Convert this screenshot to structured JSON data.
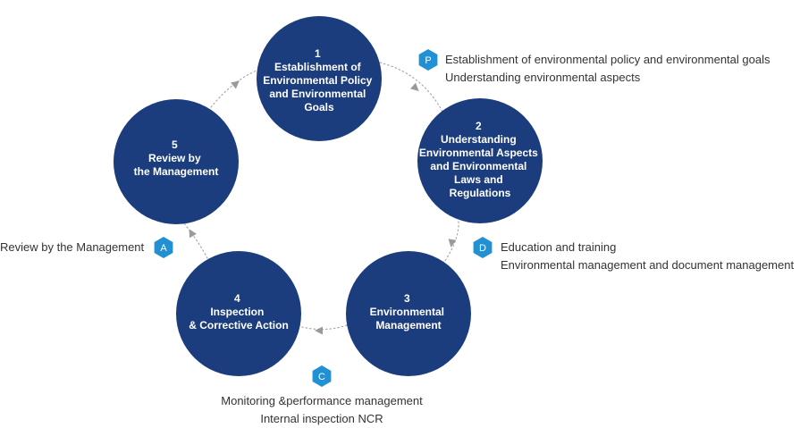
{
  "colors": {
    "node_fill": "#1b3d7d",
    "badge_fill": "#2291d3",
    "connector": "#aaaaaa",
    "arrow": "#9a9a9a",
    "text": "#333333"
  },
  "nodes": [
    {
      "number": "1",
      "lines": [
        "Establishment of",
        "Environmental Policy",
        "and Environmental",
        "Goals"
      ]
    },
    {
      "number": "2",
      "lines": [
        "Understanding",
        "Environmental Aspects",
        "and Environmental",
        "Laws and",
        "Regulations"
      ]
    },
    {
      "number": "3",
      "lines": [
        "Environmental",
        "Management"
      ]
    },
    {
      "number": "4",
      "lines": [
        "Inspection",
        "& Corrective Action"
      ]
    },
    {
      "number": "5",
      "lines": [
        "Review by",
        "the Management"
      ]
    }
  ],
  "badges": {
    "P": {
      "letter": "P",
      "lines": [
        "Establishment of environmental policy and environmental goals",
        "Understanding environmental aspects"
      ]
    },
    "D": {
      "letter": "D",
      "lines": [
        "Education and training",
        "Environmental management and document management"
      ]
    },
    "C": {
      "letter": "C",
      "lines": [
        "Monitoring &performance management",
        "Internal inspection NCR"
      ]
    },
    "A": {
      "letter": "A",
      "lines": [
        "Review by the Management"
      ]
    }
  }
}
